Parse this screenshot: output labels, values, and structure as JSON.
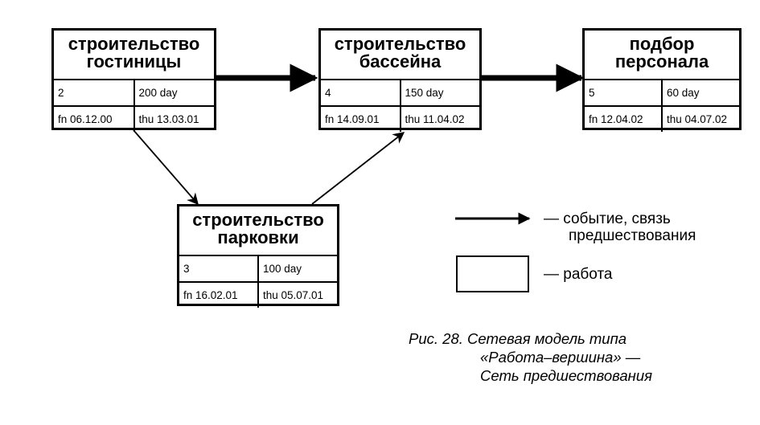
{
  "nodes": [
    {
      "id": "hotel",
      "title_lines": [
        "строительство",
        "гостиницы"
      ],
      "number": "2",
      "duration": "200 day",
      "start": "fn 06.12.00",
      "finish": "thu 13.03.01"
    },
    {
      "id": "pool",
      "title_lines": [
        "строительство",
        "бассейна"
      ],
      "number": "4",
      "duration": "150 day",
      "start": "fn 14.09.01",
      "finish": "thu 11.04.02"
    },
    {
      "id": "staff",
      "title_lines": [
        "подбор",
        "персонала"
      ],
      "number": "5",
      "duration": "60 day",
      "start": "fn 12.04.02",
      "finish": "thu 04.07.02"
    },
    {
      "id": "parking",
      "title_lines": [
        "строительство",
        "парковки"
      ],
      "number": "3",
      "duration": "100 day",
      "start": "fn 16.02.01",
      "finish": "thu 05.07.01"
    }
  ],
  "links": [
    {
      "from": "hotel",
      "to": "pool",
      "style": "thick"
    },
    {
      "from": "pool",
      "to": "staff",
      "style": "thick"
    },
    {
      "from": "hotel",
      "to": "parking",
      "style": "thin"
    },
    {
      "from": "parking",
      "to": "pool",
      "style": "thin"
    }
  ],
  "legend": {
    "arrow_label_line1": "— событие, связь",
    "arrow_label_line2": "предшествования",
    "box_label": "— работа"
  },
  "caption": {
    "line1": "Рис. 28. Сетевая модель типа",
    "line2": "«Работа–вершина» —",
    "line3": "Сеть предшествования"
  }
}
